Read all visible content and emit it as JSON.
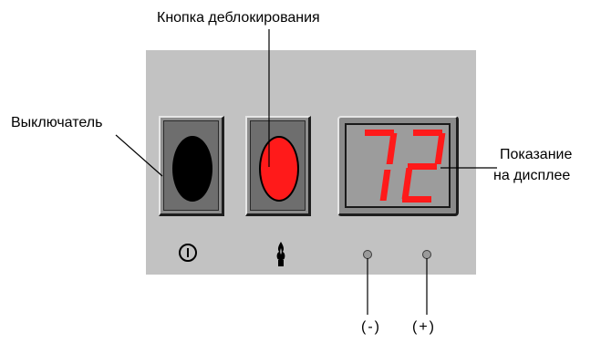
{
  "labels": {
    "unlock_button": "Кнопка  деблокирования",
    "switch": "Выключатель",
    "display_line1": "Показание",
    "display_line2": "на дисплее",
    "minus": "(-)",
    "plus": "(+)"
  },
  "display": {
    "value": "72",
    "digit_color": "#ff1a1a"
  },
  "colors": {
    "panel": "#c2c2c2",
    "unlock_button": "#ff1a1a",
    "switch_rocker": "#000000"
  },
  "icons": {
    "switch_symbol": "power-circle-icon",
    "flame_symbol": "flame-icon",
    "minus_led": "led-indicator",
    "plus_led": "led-indicator"
  }
}
